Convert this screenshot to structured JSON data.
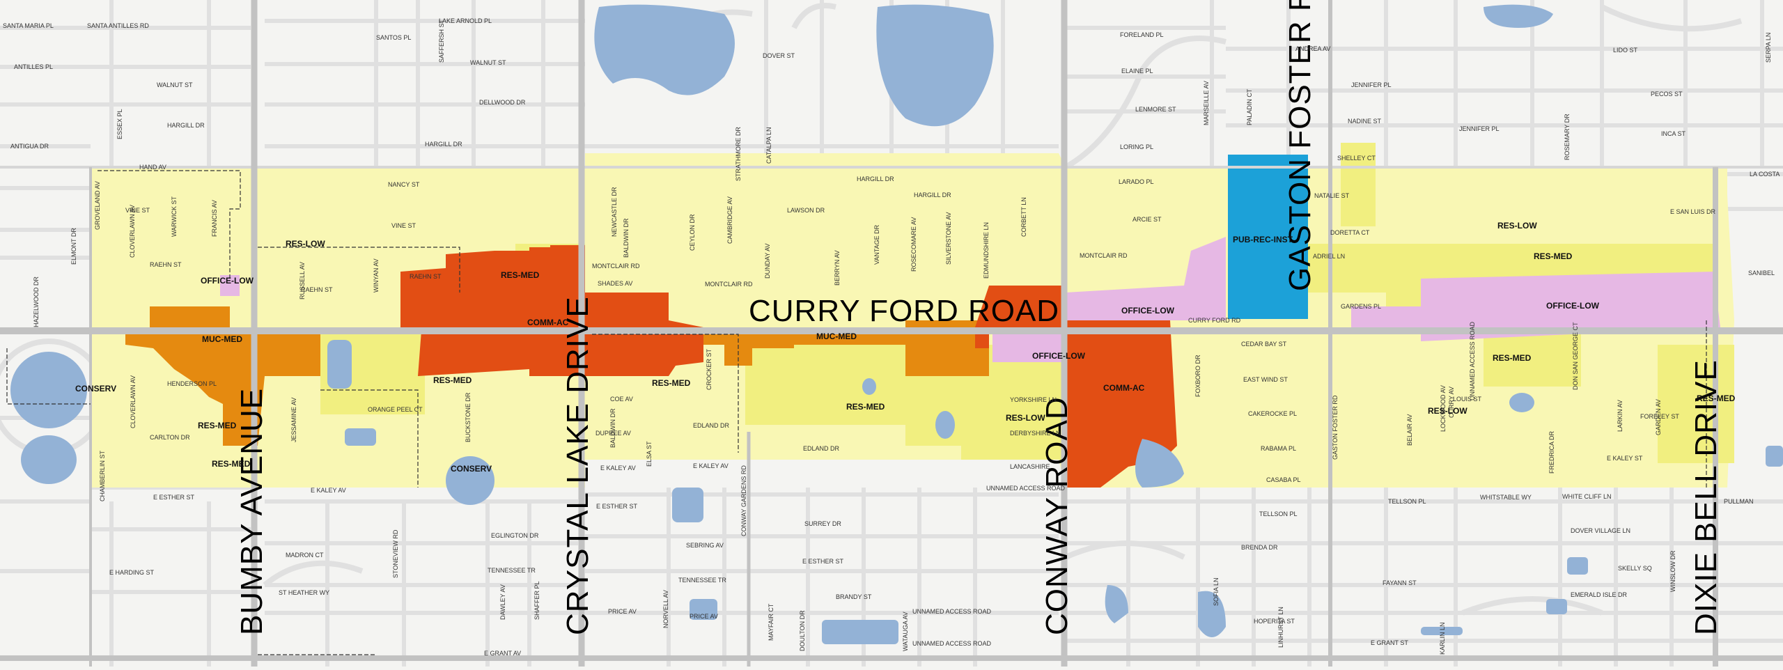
{
  "colors": {
    "res_low": "#f9f7b4",
    "res_med": "#f1ef80",
    "muc_med": "#e58a10",
    "comm_ac": "#e24e14",
    "office_low": "#e6b8e4",
    "pub_rec_inst": "#1ca1d8",
    "water": "#93b2d6",
    "road_major": "#c2c2c2",
    "road_minor": "#e2e2e2"
  },
  "major_labels": {
    "curry_ford": "CURRY FORD ROAD",
    "bumby": "BUMBY AVENUE",
    "crystal_lake": "CRYSTAL LAKE DRIVE",
    "conway": "CONWAY ROAD",
    "gaston_foster": "GASTON FOSTER RD",
    "dixie_belle": "DIXIE BELL DRIVE"
  },
  "zones": {
    "res_low_a": "RES-LOW",
    "office_low_a": "OFFICE-LOW",
    "res_med_a": "RES-MED",
    "muc_med_a": "MUC-MED",
    "comm_ac_a": "COMM-AC",
    "conserv_a": "CONSERV",
    "res_med_b": "RES-MED",
    "res_med_c": "RES-MED",
    "conserv_b": "CONSERV",
    "res_med_d": "RES-MED",
    "res_med_e": "RES-MED",
    "muc_med_b": "MUC-MED",
    "res_med_f": "RES-MED",
    "office_low_b": "OFFICE-LOW",
    "res_low_b": "RES-LOW",
    "comm_ac_b": "COMM-AC",
    "office_low_c": "OFFICE-LOW",
    "pub_rec_inst": "PUB-REC-INST",
    "res_low_c": "RES-LOW",
    "res_med_g": "RES-MED",
    "office_low_d": "OFFICE-LOW",
    "res_med_h": "RES-MED",
    "res_low_d": "RES-LOW",
    "res_med_i": "RES-MED"
  },
  "streets": {
    "s01": "SANTA MARIA PL",
    "s02": "SANTA ANTILLES RD",
    "s03": "ANTILLES PL",
    "s04": "ESSEX PL",
    "s05": "WALNUT ST",
    "s06": "HARGILL DR",
    "s07": "ANTIGUA DR",
    "s08": "SANTOS PL",
    "s09": "LAKE ARNOLD PL",
    "s10": "WALNUT ST",
    "s11": "DELLWOOD DR",
    "s12": "HARGILL DR",
    "s13": "DOVER ST",
    "s14": "HAND AV",
    "s15": "VINE ST",
    "s16": "NANCY ST",
    "s17": "VINE ST",
    "s18": "RAEHN ST",
    "s19": "RAEHN ST",
    "s20": "RAEHN ST",
    "s21": "MONTCLAIR RD",
    "s22": "SHADES AV",
    "s23": "MONTCLAIR RD",
    "s24": "LAWSON DR",
    "s25": "HARGILL DR",
    "s26": "HARGILL DR",
    "s27": "FORELAND PL",
    "s28": "ELAINE PL",
    "s29": "LENMORE ST",
    "s30": "LORING PL",
    "s31": "LARADO PL",
    "s32": "ARCIE ST",
    "s33": "MONTCLAIR RD",
    "s34": "ANDREA AV",
    "s35": "JENNIFER PL",
    "s36": "NADINE ST",
    "s37": "JENNIFER PL",
    "s38": "SHELLEY CT",
    "s39": "NATALIE ST",
    "s40": "DORETTA CT",
    "s41": "ADRIEL LN",
    "s42": "GARDENS PL",
    "s43": "LIDO ST",
    "s44": "PECOS ST",
    "s45": "INCA ST",
    "s46": "E SAN LUIS DR",
    "s47": "LA COSTA",
    "s48": "SANIBEL",
    "s49": "HENDERSON PL",
    "s50": "CARLTON DR",
    "s51": "ORANGE PEEL CT",
    "s52": "COE AV",
    "s53": "DUPREE AV",
    "s54": "EDLAND DR",
    "s55": "E KALEY AV",
    "s56": "E KALEY AV",
    "s57": "E KALEY AV",
    "s58": "EDLAND DR",
    "s59": "E ESTHER ST",
    "s60": "E ESTHER ST",
    "s61": "E HARDING ST",
    "s62": "MADRON CT",
    "s63": "ST HEATHER WY",
    "s64": "EGLINGTON DR",
    "s65": "TENNESSEE TR",
    "s66": "SEBRING AV",
    "s67": "TENNESSEE TR",
    "s68": "SURREY DR",
    "s69": "E ESTHER ST",
    "s70": "PRICE AV",
    "s71": "PRICE AV",
    "s72": "BRANDY ST",
    "s73": "UNNAMED ACCESS ROAD",
    "s74": "UNNAMED ACCESS ROAD",
    "s75": "E GRANT AV",
    "s76": "YORKSHIRE LN",
    "s77": "DERBYSHIRE LN",
    "s78": "LANCASHIRE",
    "s79": "UNNAMED ACCESS ROAD",
    "s80": "CURRY FORD RD",
    "s81": "CEDAR BAY ST",
    "s82": "EAST WIND ST",
    "s83": "CAKEROCKE PL",
    "s84": "RABAMA PL",
    "s85": "CASABA PL",
    "s86": "TELLSON PL",
    "s87": "TELLSON PL",
    "s88": "BRENDA DR",
    "s89": "FAYANN ST",
    "s90": "HOPERITA ST",
    "s91": "E GRANT ST",
    "s92": "LOUIS ST",
    "s93": "FORELEY ST",
    "s94": "E KALEY ST",
    "s95": "WHITSTABLE WY",
    "s96": "WHITE CLIFF LN",
    "s97": "DOVER VILLAGE LN",
    "s98": "SKELLY SQ",
    "s99": "EMERALD ISLE DR",
    "s100": "PULLMAN"
  },
  "v_streets": {
    "v01": "ELMONT DR",
    "v02": "HAZELWOOD DR",
    "v03": "GROVELAND AV",
    "v04": "CLOVERLAWN AV",
    "v05": "WARWICK ST",
    "v06": "FRANCIS AV",
    "v07": "RUSSELL AV",
    "v08": "WINYAN AV",
    "v09": "SAFFERSH ST",
    "v10": "NEWCASTLE DR",
    "v11": "BALDWIN DR",
    "v12": "CEYLON DR",
    "v13": "CAMBRIDGE AV",
    "v14": "DUNDAY AV",
    "v15": "CATALPA LN",
    "v16": "BERRYN AV",
    "v17": "VANTAGE DR",
    "v18": "ROSECOMARE AV",
    "v19": "SILVERSTONE AV",
    "v20": "EDMUNDSHIRE LN",
    "v21": "CORBETT LN",
    "v22": "STRATHMORE DR",
    "v23": "CHAMBERLIN ST",
    "v24": "CLOVERLAWN AV",
    "v25": "JESSAMINE AV",
    "v26": "BUCKSTONE DR",
    "v27": "BALDWIN DR",
    "v28": "ELSA ST",
    "v29": "CROCKER ST",
    "v30": "CONWAY GARDENS RD",
    "v31": "FOXBORO DR",
    "v32": "GASTON FOSTER RD",
    "v33": "BELAIR AV",
    "v34": "LOCKWOOD AV",
    "v35": "CURRY AV",
    "v36": "UNNAMED ACCESS ROAD",
    "v37": "FREDRICA DR",
    "v38": "DON SAN GEORGE CT",
    "v39": "LARKIN AV",
    "v40": "GARDEN AV",
    "v41": "STONEVIEW RD",
    "v42": "DAWLEY AV",
    "v43": "SHAFFER PL",
    "v44": "NORVELL AV",
    "v45": "MAYFAIR CT",
    "v46": "DOULTON DR",
    "v47": "WATAUGA AV",
    "v48": "LINHURST LN",
    "v49": "KARLIN LN",
    "v50": "SOFIA LN",
    "v51": "WINSLOW DR",
    "v52": "MARSEILLE AV",
    "v53": "PALADIN CT",
    "v54": "ROSEMARY DR",
    "v55": "SERPA LN"
  }
}
